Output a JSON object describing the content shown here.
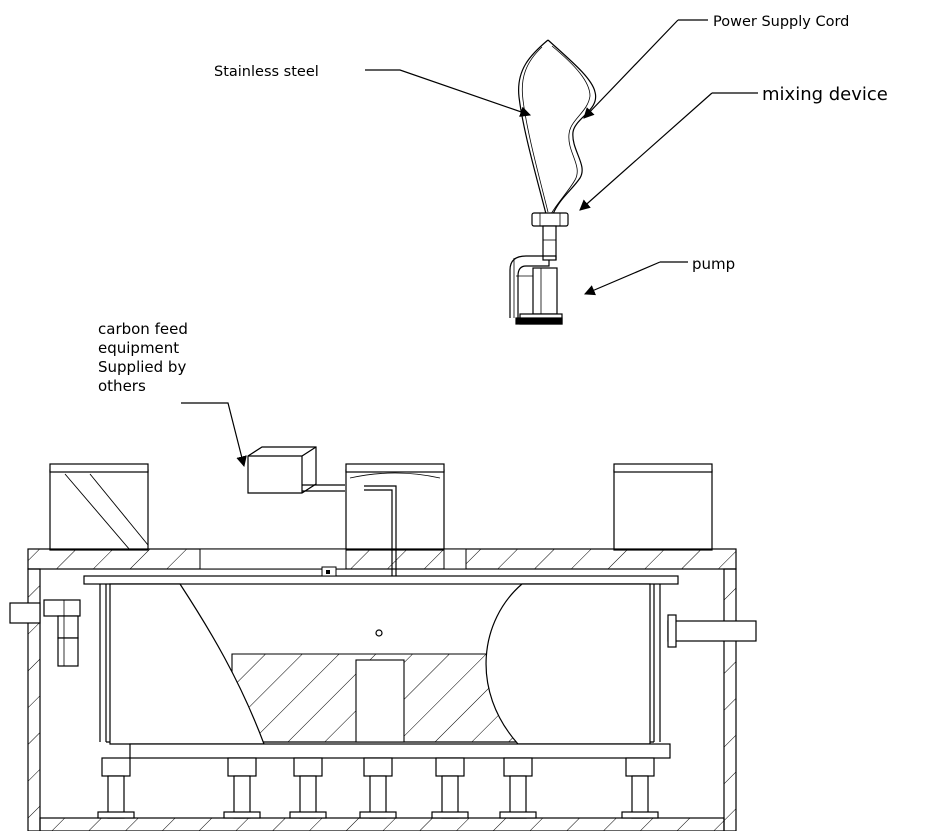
{
  "labels": {
    "power_supply_cord": "Power Supply Cord",
    "stainless_steel": "Stainless steel",
    "mixing_device": "mixing device",
    "pump": "pump",
    "carbon_feed": [
      "carbon feed",
      "equipment",
      "Supplied by",
      "others"
    ]
  }
}
